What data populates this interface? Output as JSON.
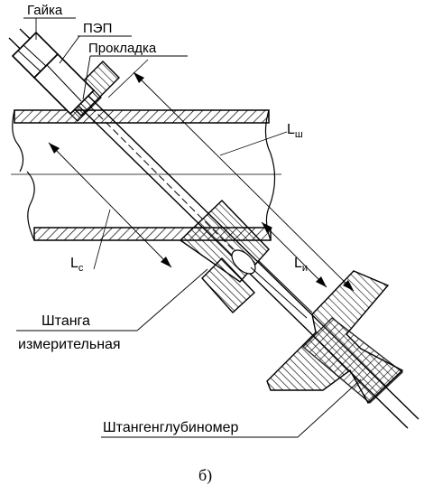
{
  "labels": {
    "nut": "Гайка",
    "transducer": "ПЭП",
    "gasket": "Прокладка",
    "length_shtanga": "L",
    "length_shtanga_sub": "ш",
    "length_wall": "L",
    "length_wall_sub": "с",
    "length_measured": "L",
    "length_measured_sub": "и",
    "rod_line1": "Штанга",
    "rod_line2": "измерительная",
    "depth_gauge": "Штангенглубиномер"
  },
  "caption": "б)"
}
